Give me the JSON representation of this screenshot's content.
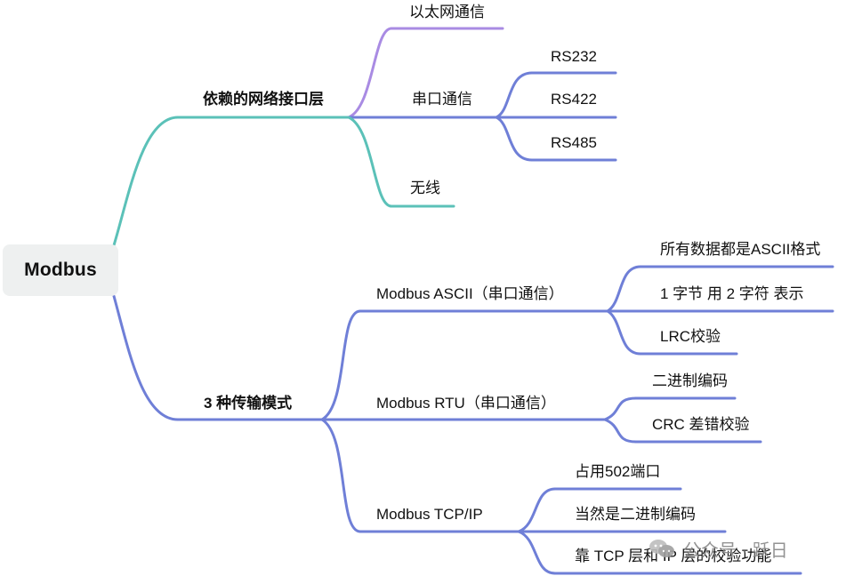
{
  "root": {
    "label": "Modbus"
  },
  "branches": {
    "interface": {
      "label": "依赖的网络接口层",
      "children": {
        "ethernet": "以太网通信",
        "serial": {
          "label": "串口通信",
          "items": [
            "RS232",
            "RS422",
            "RS485"
          ]
        },
        "wireless": "无线"
      }
    },
    "modes": {
      "label": "3 种传输模式",
      "ascii": {
        "label": "Modbus ASCII（串口通信）",
        "items": [
          "所有数据都是ASCII格式",
          "1 字节 用 2 字符 表示",
          "LRC校验"
        ]
      },
      "rtu": {
        "label": "Modbus RTU（串口通信）",
        "items": [
          "二进制编码",
          "CRC 差错校验"
        ]
      },
      "tcp": {
        "label": "Modbus TCP/IP",
        "items": [
          "占用502端口",
          "当然是二进制编码",
          "靠 TCP 层和 IP 层的校验功能"
        ]
      }
    }
  },
  "watermark": {
    "text": "公众号 · 跃日",
    "icon": "wechat-icon"
  },
  "colors": {
    "teal": "#5bc1b8",
    "purple": "#a98be3",
    "blue": "#6f7fd7",
    "root_bg": "#eef0f0",
    "text": "#111111"
  }
}
